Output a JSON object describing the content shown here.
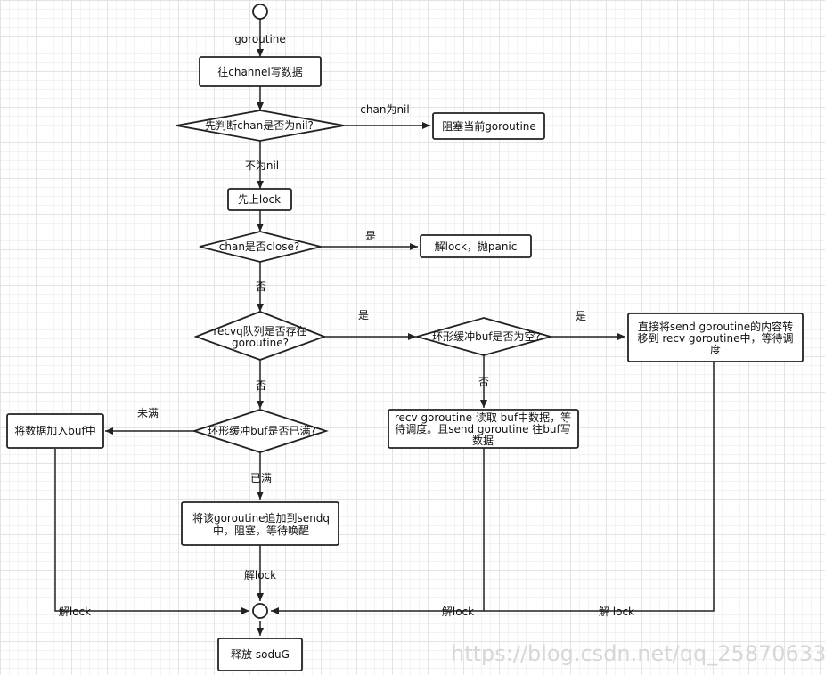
{
  "nodes": {
    "start_label": "goroutine",
    "write": "往channel写数据",
    "nil_check": "先判断chan是否为nil?",
    "block_current": "阻塞当前goroutine",
    "lock_first": "先上lock",
    "close_check": "chan是否close?",
    "unlock_panic": "解lock，抛panic",
    "recvq_check": [
      "recvq队列是否存在",
      "goroutine?"
    ],
    "buf_empty_check": "环形缓冲buf是否为空?",
    "direct_send": [
      "直接将send goroutine的内容转",
      "移到 recv goroutine中，等待调",
      "度"
    ],
    "buf_full_check": "环形缓冲buf是否已满?",
    "add_to_buf": "将数据加入buf中",
    "recv_read": [
      "recv goroutine 读取 buf中数据，等",
      "待调度。且send goroutine 往buf写",
      "数据"
    ],
    "enqueue_sendq": [
      "将该goroutine追加到sendq",
      "中，阻塞，等待唤醒"
    ],
    "release": "释放 soduG"
  },
  "edge_labels": {
    "chan_nil": "chan为nil",
    "not_nil": "不为nil",
    "close_yes": "是",
    "close_no": "否",
    "recvq_yes": "是",
    "recvq_no": "否",
    "empty_yes": "是",
    "empty_no": "否",
    "not_full": "未满",
    "full": "已满",
    "unlock_sendq": "解lock",
    "unlock_left": "解lock",
    "unlock_mid": "解lock",
    "unlock_right": "解 lock"
  },
  "watermark": "https://blog.csdn.net/qq_25870633"
}
